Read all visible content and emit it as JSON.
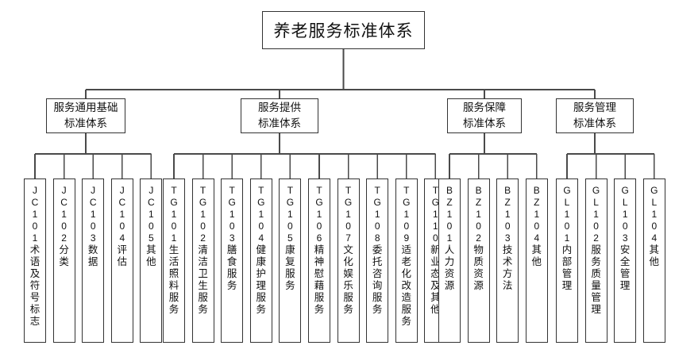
{
  "diagram": {
    "title": "养老服务标准体系",
    "root": {
      "label": "养老服务标准体系"
    },
    "categories": [
      {
        "id": "jc",
        "line1": "服务通用基础",
        "line2": "标准体系"
      },
      {
        "id": "tg",
        "line1": "服务提供",
        "line2": "标准体系"
      },
      {
        "id": "bz",
        "line1": "服务保障",
        "line2": "标准体系"
      },
      {
        "id": "gl",
        "line1": "服务管理",
        "line2": "标准体系"
      }
    ],
    "leaves": [
      {
        "group": "jc",
        "code": "JC101",
        "label": "术语及符号标志"
      },
      {
        "group": "jc",
        "code": "JC102",
        "label": "分类"
      },
      {
        "group": "jc",
        "code": "JC103",
        "label": "数据"
      },
      {
        "group": "jc",
        "code": "JC104",
        "label": "评估"
      },
      {
        "group": "jc",
        "code": "JC105",
        "label": "其他"
      },
      {
        "group": "tg",
        "code": "TG101",
        "label": "生活照料服务"
      },
      {
        "group": "tg",
        "code": "TG102",
        "label": "清洁卫生服务"
      },
      {
        "group": "tg",
        "code": "TG103",
        "label": "膳食服务"
      },
      {
        "group": "tg",
        "code": "TG104",
        "label": "健康护理服务"
      },
      {
        "group": "tg",
        "code": "TG105",
        "label": "康复服务"
      },
      {
        "group": "tg",
        "code": "TG106",
        "label": "精神慰藉服务"
      },
      {
        "group": "tg",
        "code": "TG107",
        "label": "文化娱乐服务"
      },
      {
        "group": "tg",
        "code": "TG108",
        "label": "委托咨询服务"
      },
      {
        "group": "tg",
        "code": "TG109",
        "label": "适老化改造服务"
      },
      {
        "group": "tg",
        "code": "TG110",
        "label": "新业态及其他"
      },
      {
        "group": "bz",
        "code": "BZ101",
        "label": "人力资源"
      },
      {
        "group": "bz",
        "code": "BZ102",
        "label": "物质资源"
      },
      {
        "group": "bz",
        "code": "BZ103",
        "label": "技术方法"
      },
      {
        "group": "bz",
        "code": "BZ104",
        "label": "其他"
      },
      {
        "group": "gl",
        "code": "GL101",
        "label": "内部管理"
      },
      {
        "group": "gl",
        "code": "GL102",
        "label": "服务质量管理"
      },
      {
        "group": "gl",
        "code": "GL103",
        "label": "安全管理"
      },
      {
        "group": "gl",
        "code": "GL104",
        "label": "其他"
      }
    ],
    "colors": {
      "line": "#4a4a4a",
      "border": "#333333",
      "background": "#ffffff",
      "text": "#111111"
    }
  }
}
